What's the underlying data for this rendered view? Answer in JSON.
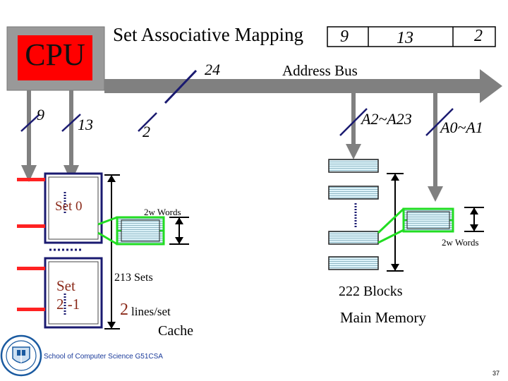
{
  "title": "Set Associative Mapping",
  "cpu": {
    "label": "CPU"
  },
  "address_fields": {
    "tag": "9",
    "set": "13",
    "word": "2"
  },
  "bus": {
    "width": "24",
    "label": "Address Bus",
    "upper_bits": "A2~A23",
    "lower_bits": "A0~A1"
  },
  "cpu_lines": {
    "tag_bits": "9",
    "set_bits": "13",
    "word_bits": "2"
  },
  "cache": {
    "set_first": "Set 0",
    "set_last_prefix": "Set",
    "set_last_suffix": "2 -1",
    "words_label": "2w Words",
    "sets_label": "213 Sets",
    "lines_number": "2",
    "lines_label": "lines/set",
    "name": "Cache"
  },
  "memory": {
    "words_label": "2w Words",
    "blocks_label": "222 Blocks",
    "name": "Main Memory"
  },
  "footer": {
    "school": "School of Computer Science G51CSA",
    "page_number": "37"
  },
  "colors": {
    "bus_gray": "#808080",
    "navy": "#1a1a70",
    "green": "#22dd22",
    "red": "#ff2222",
    "line_fill": "#d0f0f8"
  }
}
